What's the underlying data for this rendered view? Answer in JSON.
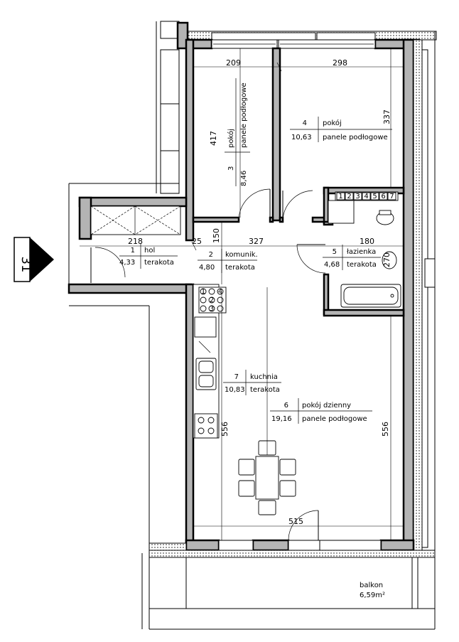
{
  "building_number": "31",
  "rooms": [
    {
      "num": "1",
      "name": "hol",
      "area": "4,33",
      "finish": "terakota"
    },
    {
      "num": "2",
      "name": "komunik.",
      "area": "4,80",
      "finish": "terakota"
    },
    {
      "num": "3",
      "name": "pokój",
      "area": "8,46",
      "finish": "panele podłogowe"
    },
    {
      "num": "4",
      "name": "pokój",
      "area": "10,63",
      "finish": "panele podłogowe"
    },
    {
      "num": "5",
      "name": "łazienka",
      "area": "4,68",
      "finish": "terakota"
    },
    {
      "num": "6",
      "name": "pokój dzienny",
      "area": "19,16",
      "finish": "panele podłogowe"
    },
    {
      "num": "7",
      "name": "kuchnia",
      "area": "10,83",
      "finish": "terakota"
    }
  ],
  "balcony": {
    "name": "balkon",
    "area": "6,59m²"
  },
  "dimensions": {
    "d209": "209",
    "d298": "298",
    "d417": "417",
    "d337": "337",
    "d218": "218",
    "d25": "25",
    "d150": "150",
    "d327": "327",
    "d180": "180",
    "d270": "270",
    "d556a": "556",
    "d556b": "556",
    "d515": "515"
  },
  "stove_burners": [
    "1",
    "2",
    "3",
    "4"
  ],
  "bath_tiles": [
    "1",
    "2",
    "3",
    "4",
    "5",
    "6",
    "7"
  ]
}
